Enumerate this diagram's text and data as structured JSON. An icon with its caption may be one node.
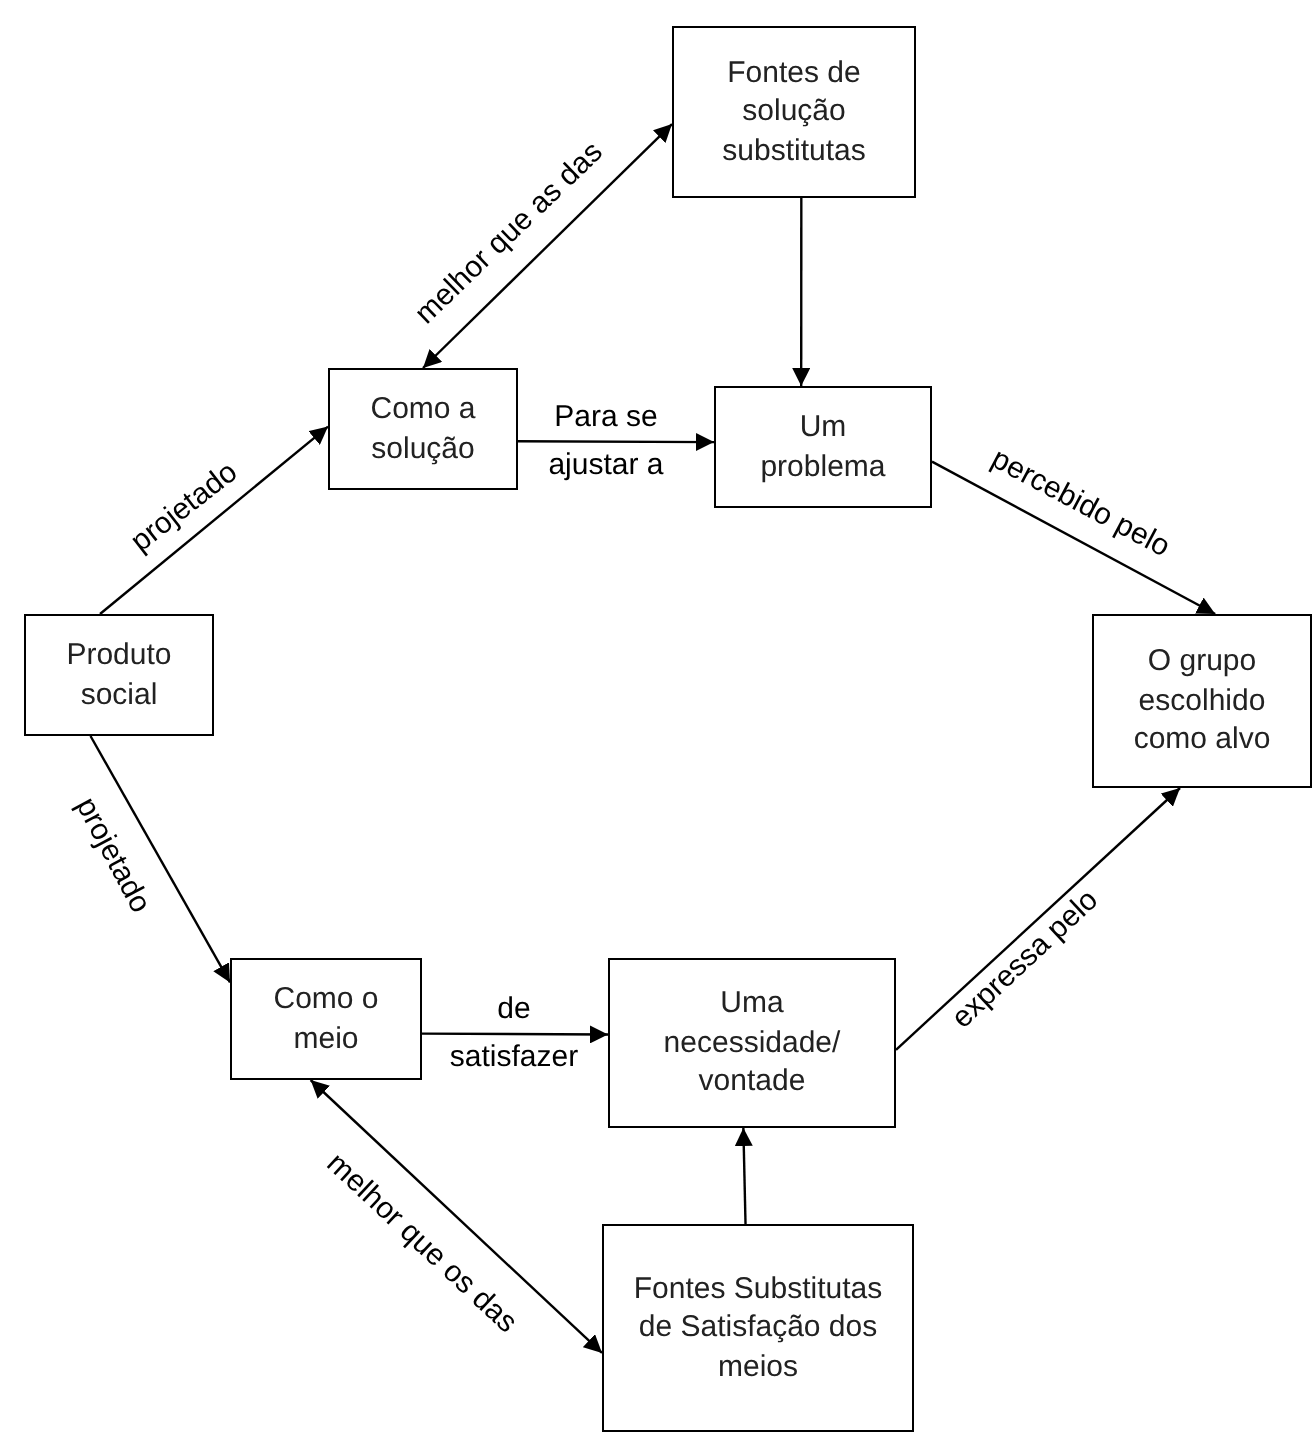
{
  "diagram": {
    "nodes": [
      {
        "text": [
          "Fontes de solução substitutas"
        ]
      },
      {
        "text": [
          "Como a solução"
        ]
      },
      {
        "text": [
          "Um problema"
        ]
      },
      {
        "text": [
          "Produto social"
        ]
      },
      {
        "text": [
          "O grupo escolhido como alvo"
        ]
      },
      {
        "text": [
          "Como o meio"
        ]
      },
      {
        "text": [
          "Uma necessidade/ vontade"
        ]
      },
      {
        "text": [
          "Fontes Substitutas de Satisfação dos meios"
        ]
      }
    ],
    "edges": [
      {
        "from": 3,
        "to": 1,
        "arrow": "to",
        "label": "projetado"
      },
      {
        "from": 1,
        "to": 0,
        "arrow": "both",
        "label": "melhor que as das"
      },
      {
        "from": 1,
        "to": 2,
        "arrow": "to",
        "label": "Para se ajustar a"
      },
      {
        "from": 0,
        "to": 2,
        "arrow": "to"
      },
      {
        "from": 2,
        "to": 4,
        "arrow": "to",
        "label": "percebido pelo"
      },
      {
        "from": 3,
        "to": 5,
        "arrow": "to",
        "label": "projetado"
      },
      {
        "from": 5,
        "to": 6,
        "arrow": "to",
        "label": "de satisfazer"
      },
      {
        "from": 6,
        "to": 4,
        "arrow": "to",
        "label": "expressa pelo"
      },
      {
        "from": 7,
        "to": 5,
        "arrow": "both",
        "label": "melhor que os das"
      },
      {
        "from": 7,
        "to": 6,
        "arrow": "to"
      }
    ]
  }
}
